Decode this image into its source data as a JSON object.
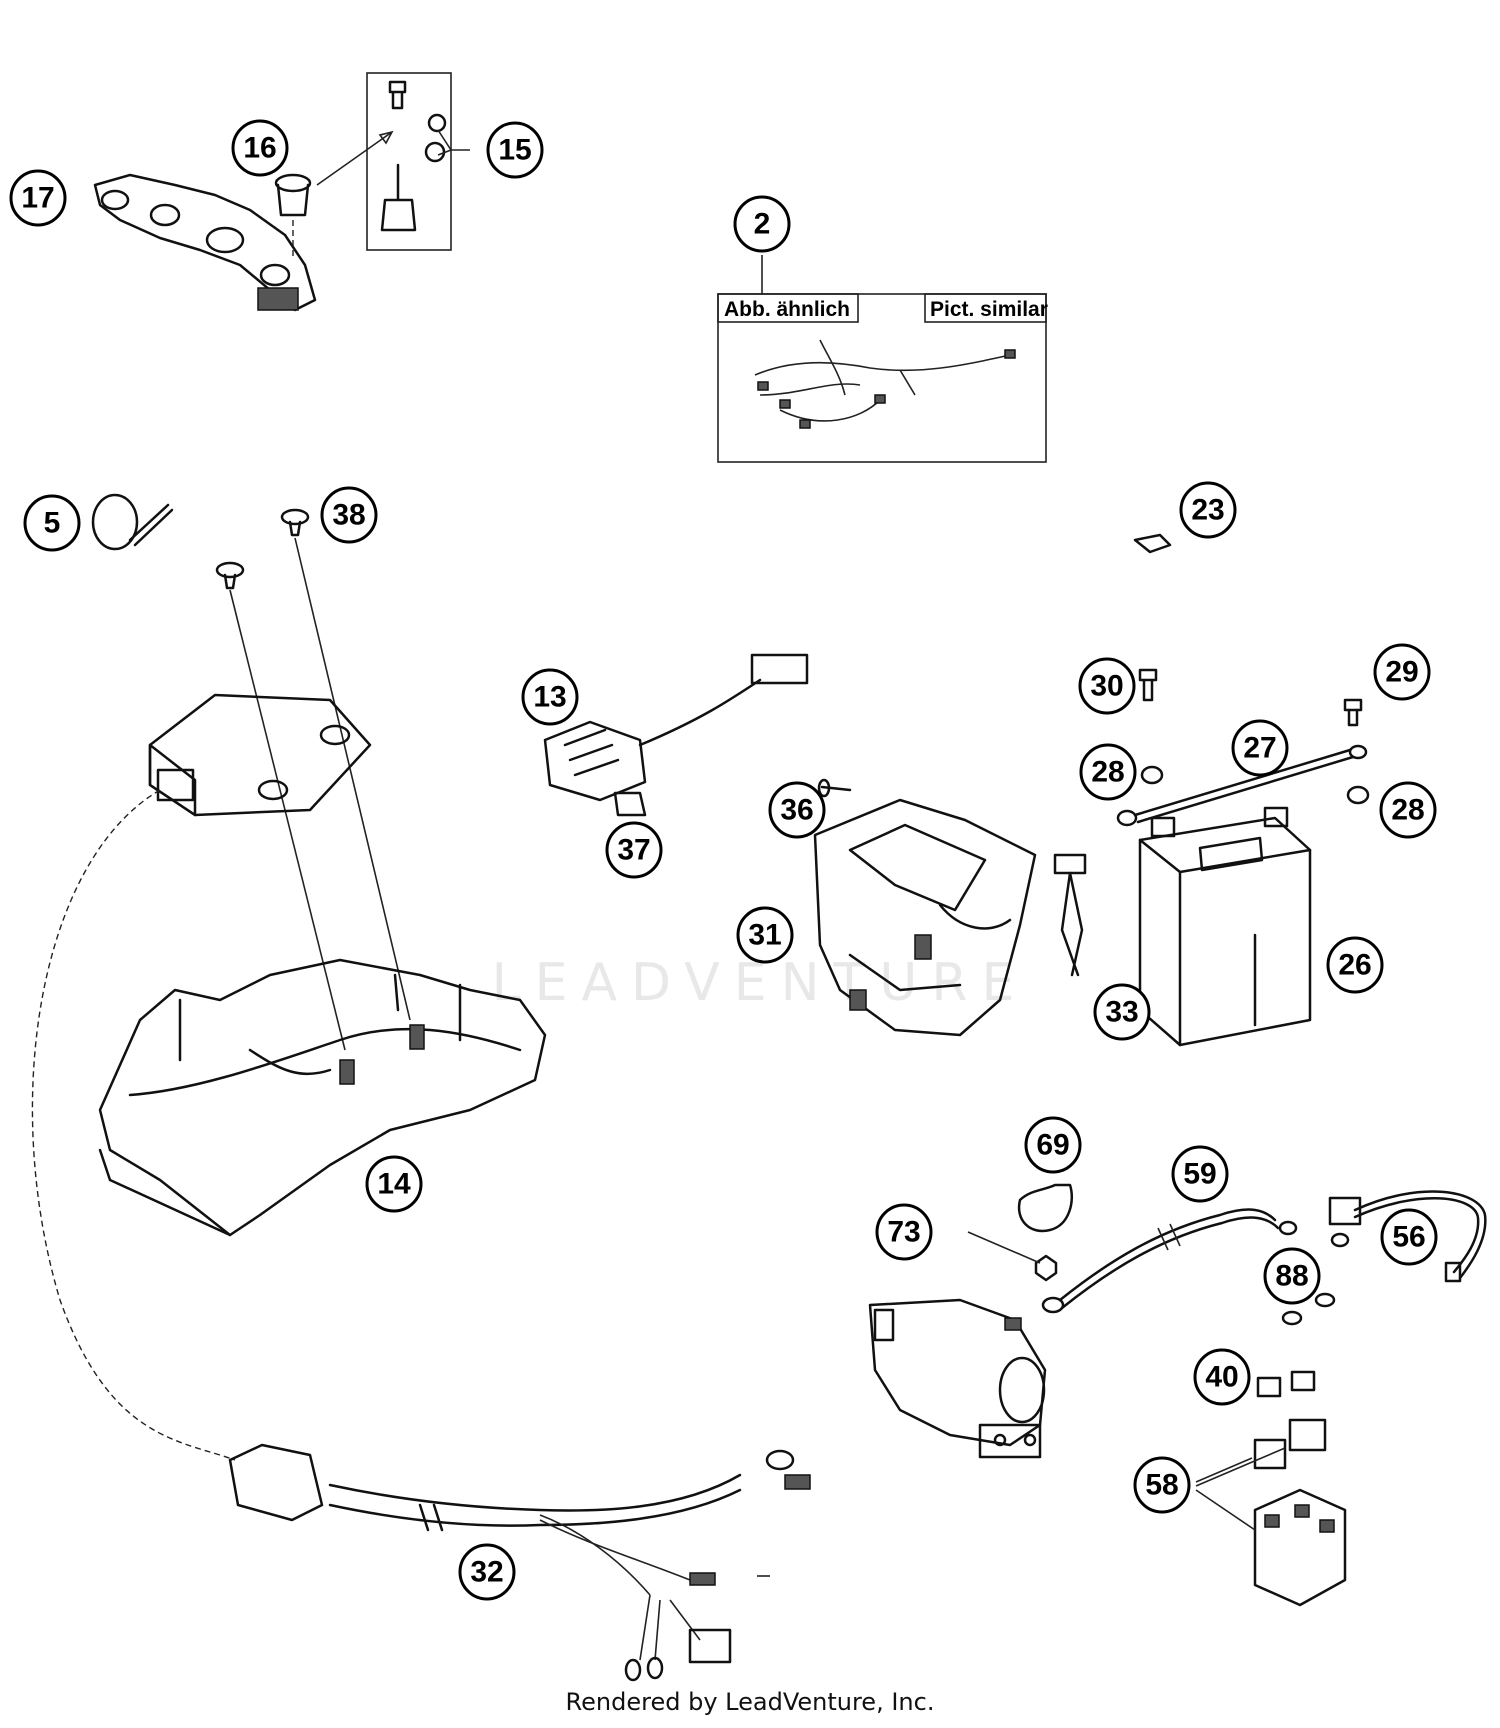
{
  "callouts": [
    {
      "id": "c2",
      "label": "2"
    },
    {
      "id": "c5",
      "label": "5"
    },
    {
      "id": "c13",
      "label": "13"
    },
    {
      "id": "c14",
      "label": "14"
    },
    {
      "id": "c15",
      "label": "15"
    },
    {
      "id": "c16",
      "label": "16"
    },
    {
      "id": "c17",
      "label": "17"
    },
    {
      "id": "c23",
      "label": "23"
    },
    {
      "id": "c26",
      "label": "26"
    },
    {
      "id": "c27",
      "label": "27"
    },
    {
      "id": "c28a",
      "label": "28"
    },
    {
      "id": "c28b",
      "label": "28"
    },
    {
      "id": "c29",
      "label": "29"
    },
    {
      "id": "c30",
      "label": "30"
    },
    {
      "id": "c31",
      "label": "31"
    },
    {
      "id": "c32",
      "label": "32"
    },
    {
      "id": "c33",
      "label": "33"
    },
    {
      "id": "c36",
      "label": "36"
    },
    {
      "id": "c37",
      "label": "37"
    },
    {
      "id": "c38",
      "label": "38"
    },
    {
      "id": "c40",
      "label": "40"
    },
    {
      "id": "c56",
      "label": "56"
    },
    {
      "id": "c58",
      "label": "58"
    },
    {
      "id": "c59",
      "label": "59"
    },
    {
      "id": "c69",
      "label": "69"
    },
    {
      "id": "c73",
      "label": "73"
    },
    {
      "id": "c88",
      "label": "88"
    }
  ],
  "harness_box": {
    "label_de": "Abb. ähnlich",
    "label_en": "Pict. similar"
  },
  "watermark": "LEADVENTURE",
  "footer": "Rendered by LeadVenture, Inc."
}
